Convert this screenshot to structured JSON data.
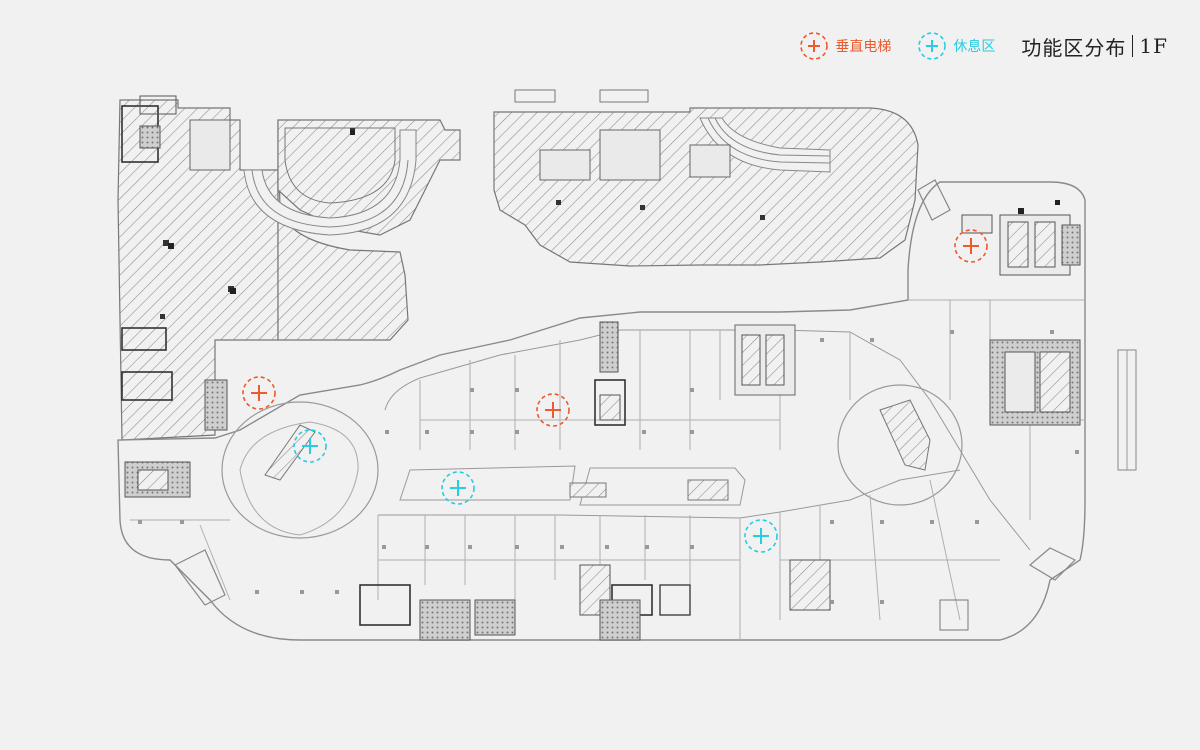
{
  "legend": {
    "elevator": {
      "label": "垂直电梯",
      "icon": "elevator-marker-icon",
      "color": "#ec5a2d"
    },
    "rest_area": {
      "label": "休息区",
      "icon": "rest-area-marker-icon",
      "color": "#27cde0"
    }
  },
  "title": {
    "main": "功能区分布",
    "floor": "1F"
  },
  "markers": {
    "elevators": [
      {
        "name": "elevator-west",
        "icon": "elevator-marker-icon"
      },
      {
        "name": "elevator-center",
        "icon": "elevator-marker-icon"
      },
      {
        "name": "elevator-east",
        "icon": "elevator-marker-icon"
      }
    ],
    "rest_areas": [
      {
        "name": "rest-area-atrium-west",
        "icon": "rest-area-marker-icon"
      },
      {
        "name": "rest-area-central",
        "icon": "rest-area-marker-icon"
      },
      {
        "name": "rest-area-south",
        "icon": "rest-area-marker-icon"
      }
    ]
  }
}
